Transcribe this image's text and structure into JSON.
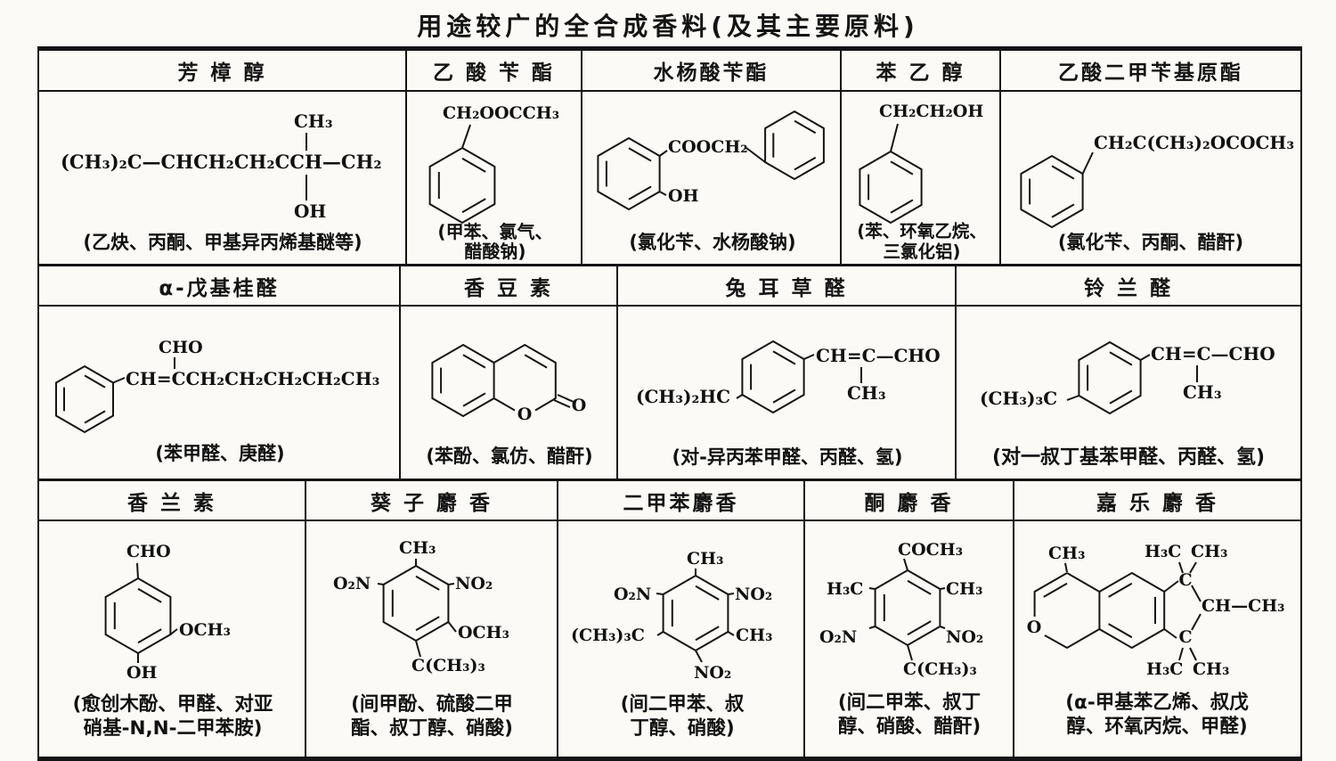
{
  "title": "用途较广的全合成香料(及其主要原料)",
  "rows": [
    {
      "cells": [
        {
          "name": "芳  樟  醇",
          "labels": {
            "top": "CH₃",
            "main": "(CH₃)₂C—CHCH₂CH₂CCH—CH₂",
            "bottom": "OH"
          },
          "materials": [
            "(乙炔、丙酮、甲基异丙烯基醚等)"
          ]
        },
        {
          "name": "乙 酸 苄 酯",
          "labels": {
            "chain": "CH₂OOCCH₃"
          },
          "materials": [
            "(甲苯、氯气、",
            "醋酸钠)"
          ]
        },
        {
          "name": "水杨酸苄酯",
          "labels": {
            "ester": "COOCH₂",
            "oh": "OH"
          },
          "materials": [
            "(氯化苄、水杨酸钠)"
          ]
        },
        {
          "name": "苯  乙  醇",
          "labels": {
            "chain": "CH₂CH₂OH"
          },
          "materials": [
            "(苯、环氧乙烷、",
            "三氯化铝)"
          ]
        },
        {
          "name": "乙酸二甲苄基原酯",
          "labels": {
            "chain": "CH₂C(CH₃)₂OCOCH₃"
          },
          "materials": [
            "(氯化苄、丙酮、醋酐)"
          ]
        }
      ]
    },
    {
      "cells": [
        {
          "name": "α-戊基桂醛",
          "labels": {
            "cho": "CHO",
            "chain": "CH=CCH₂CH₂CH₂CH₂CH₃"
          },
          "materials": [
            "(苯甲醛、庚醛)"
          ]
        },
        {
          "name": "香 豆 素",
          "labels": {
            "ring_o": "O",
            "carbonyl_o": "O"
          },
          "materials": [
            "(苯酚、氯仿、醋酐)"
          ]
        },
        {
          "name": "兔 耳 草 醛",
          "labels": {
            "left": "(CH₃)₂HC",
            "chain": "CH=C—CHO",
            "ch3": "CH₃"
          },
          "materials": [
            "(对-异丙苯甲醛、丙醛、氢)"
          ]
        },
        {
          "name": "铃 兰 醛",
          "labels": {
            "left": "(CH₃)₃C",
            "chain": "CH=C—CHO",
            "ch3": "CH₃"
          },
          "materials": [
            "(对一叔丁基苯甲醛、丙醛、氢)"
          ]
        }
      ]
    },
    {
      "cells": [
        {
          "name": "香  兰  素",
          "labels": {
            "cho": "CHO",
            "och3": "OCH₃",
            "oh": "OH"
          },
          "materials": [
            "(愈创木酚、甲醛、对亚",
            "硝基-N,N-二甲苯胺)"
          ]
        },
        {
          "name": "葵 子 麝 香",
          "labels": {
            "top": "CH₃",
            "no2_left": "O₂N",
            "no2_right": "NO₂",
            "och3": "OCH₃",
            "tbu": "C(CH₃)₃"
          },
          "materials": [
            "(间甲酚、硫酸二甲",
            "酯、叔丁醇、硝酸)"
          ]
        },
        {
          "name": "二甲苯麝香",
          "labels": {
            "top": "CH₃",
            "no2_left": "O₂N",
            "no2_right": "NO₂",
            "tbu": "(CH₃)₃C",
            "me_right": "CH₃",
            "no2_bottom": "NO₂"
          },
          "materials": [
            "(间二甲苯、叔",
            "丁醇、硝酸)"
          ]
        },
        {
          "name": "酮  麝  香",
          "labels": {
            "top": "COCH₃",
            "me_left": "H₃C",
            "me_right": "CH₃",
            "no2_left": "O₂N",
            "no2_right": "NO₂",
            "tbu": "C(CH₃)₃"
          },
          "materials": [
            "(间二甲苯、叔丁",
            "醇、硝酸、醋酐)"
          ]
        },
        {
          "name": "嘉 乐 麝 香",
          "labels": {
            "ch3": "CH₃",
            "o": "O",
            "c_top": "C",
            "c_bottom": "C",
            "gem_tl": "H₃C",
            "gem_tr": "CH₃",
            "ch": "CH—CH₃",
            "gem_bl": "H₃C",
            "gem_br": "CH₃"
          },
          "materials": [
            "(α-甲基苯乙烯、叔戊",
            "醇、环氧丙烷、甲醛)"
          ]
        }
      ]
    }
  ]
}
